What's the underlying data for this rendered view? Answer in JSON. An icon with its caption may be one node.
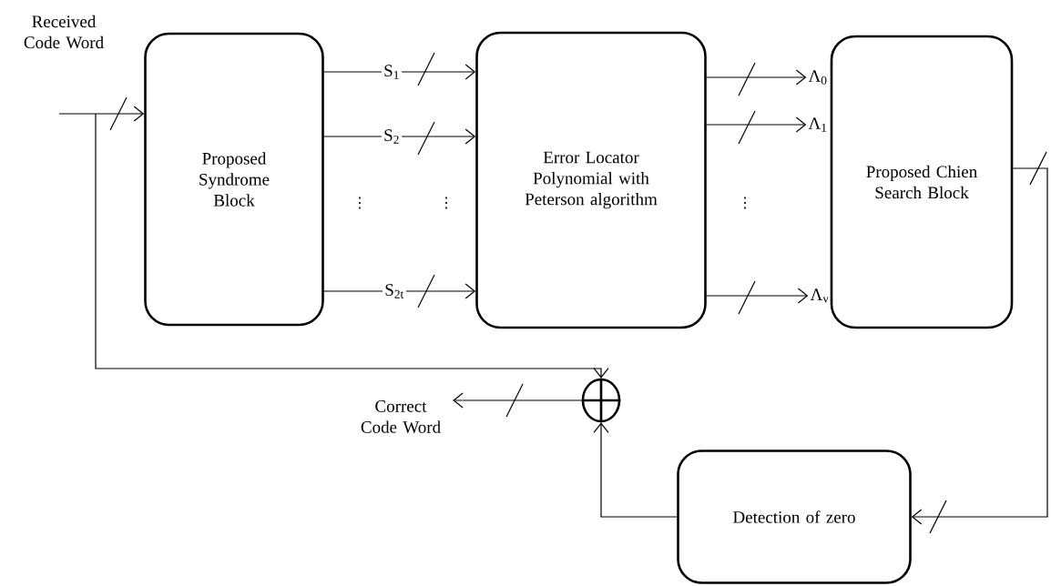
{
  "diagram": {
    "nodes": [
      {
        "text": [
          "Proposed Syndrome Block"
        ]
      },
      {
        "text": [
          "S$_{1}$"
        ]
      },
      {
        "text": [
          "S$_{2}$"
        ]
      },
      {
        "text": [
          "S$_{2t}$"
        ]
      },
      {
        "text": [
          "Error Locator Polynomial with Peterson algorithm"
        ]
      },
      {
        "text": [
          "Λ$_{0}$"
        ]
      },
      {
        "text": [
          "Λ$_{1}$"
        ]
      },
      {
        "text": [
          "Λ$_{v}$"
        ]
      },
      {
        "text": [
          "Proposed Chien Search Block"
        ]
      },
      {
        "text": [],
        "shape": "circle"
      },
      {
        "text": [
          "Detection of zero"
        ]
      },
      {
        "text": [
          "Correct Code Word"
        ]
      }
    ],
    "edges": [
      {
        "from": null,
        "to": 0,
        "arrow": "to"
      },
      {
        "from": null,
        "to": 9,
        "arrow": "to"
      },
      {
        "from": 0,
        "to": 1,
        "arrow": "none"
      },
      {
        "from": 1,
        "to": 4,
        "arrow": "to"
      },
      {
        "from": 0,
        "to": 2,
        "arrow": "none"
      },
      {
        "from": 2,
        "to": 4,
        "arrow": "to"
      },
      {
        "from": 0,
        "to": 3,
        "arrow": "none"
      },
      {
        "from": 3,
        "to": 4,
        "arrow": "to"
      },
      {
        "from": 4,
        "to": 5,
        "arrow": "to"
      },
      {
        "from": 4,
        "to": 6,
        "arrow": "to"
      },
      {
        "from": 4,
        "to": 7,
        "arrow": "to"
      },
      {
        "from": 8,
        "to": 10,
        "arrow": "to"
      },
      {
        "from": 10,
        "to": 9,
        "arrow": "to"
      },
      {
        "from": 9,
        "to": 11,
        "arrow": "to"
      }
    ],
    "labels": [
      "Received Code Word",
      "⋮",
      "⋮",
      "⋮"
    ]
  }
}
